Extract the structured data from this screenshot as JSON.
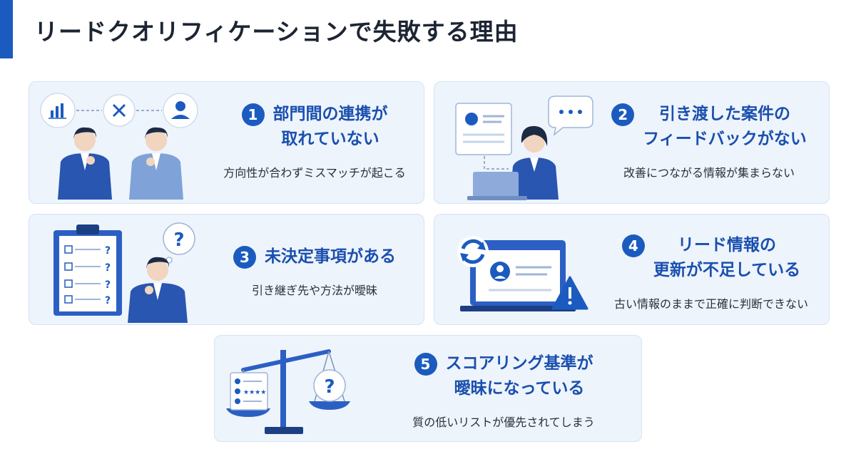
{
  "page": {
    "title": "リードクオリフィケーションで失敗する理由"
  },
  "colors": {
    "accent": "#1b5bbf",
    "heading": "#1a4fae",
    "card_background": "#eef4fc",
    "card_border": "#d4e3f5"
  },
  "reasons": [
    {
      "number": "1",
      "title_lines": [
        "部門間の連携が",
        "取れていない"
      ],
      "description": "方向性が合わずミスマッチが起こる",
      "icons": [
        "bar-chart-icon",
        "cross-icon",
        "person-icon"
      ]
    },
    {
      "number": "2",
      "title_lines": [
        "引き渡した案件の",
        "フィードバックがない"
      ],
      "description": "改善につながる情報が集まらない",
      "icons": [
        "profile-document-icon",
        "speech-bubble-dots-icon",
        "laptop-icon"
      ]
    },
    {
      "number": "3",
      "title_lines": [
        "未決定事項がある"
      ],
      "description": "引き継ぎ先や方法が曖昧",
      "icons": [
        "clipboard-checklist-icon",
        "question-bubble-icon"
      ],
      "checklist_marks": [
        "?",
        "?",
        "?",
        "?"
      ]
    },
    {
      "number": "4",
      "title_lines": [
        "リード情報の",
        "更新が不足している"
      ],
      "description": "古い情報のままで正確に判断できない",
      "icons": [
        "refresh-icon",
        "laptop-profile-icon",
        "warning-icon"
      ]
    },
    {
      "number": "5",
      "title_lines": [
        "スコアリング基準が",
        "曖昧になっている"
      ],
      "description": "質の低いリストが優先されてしまう",
      "icons": [
        "balance-scale-icon",
        "question-circle-icon"
      ],
      "rating_mark": "★★★★"
    }
  ]
}
